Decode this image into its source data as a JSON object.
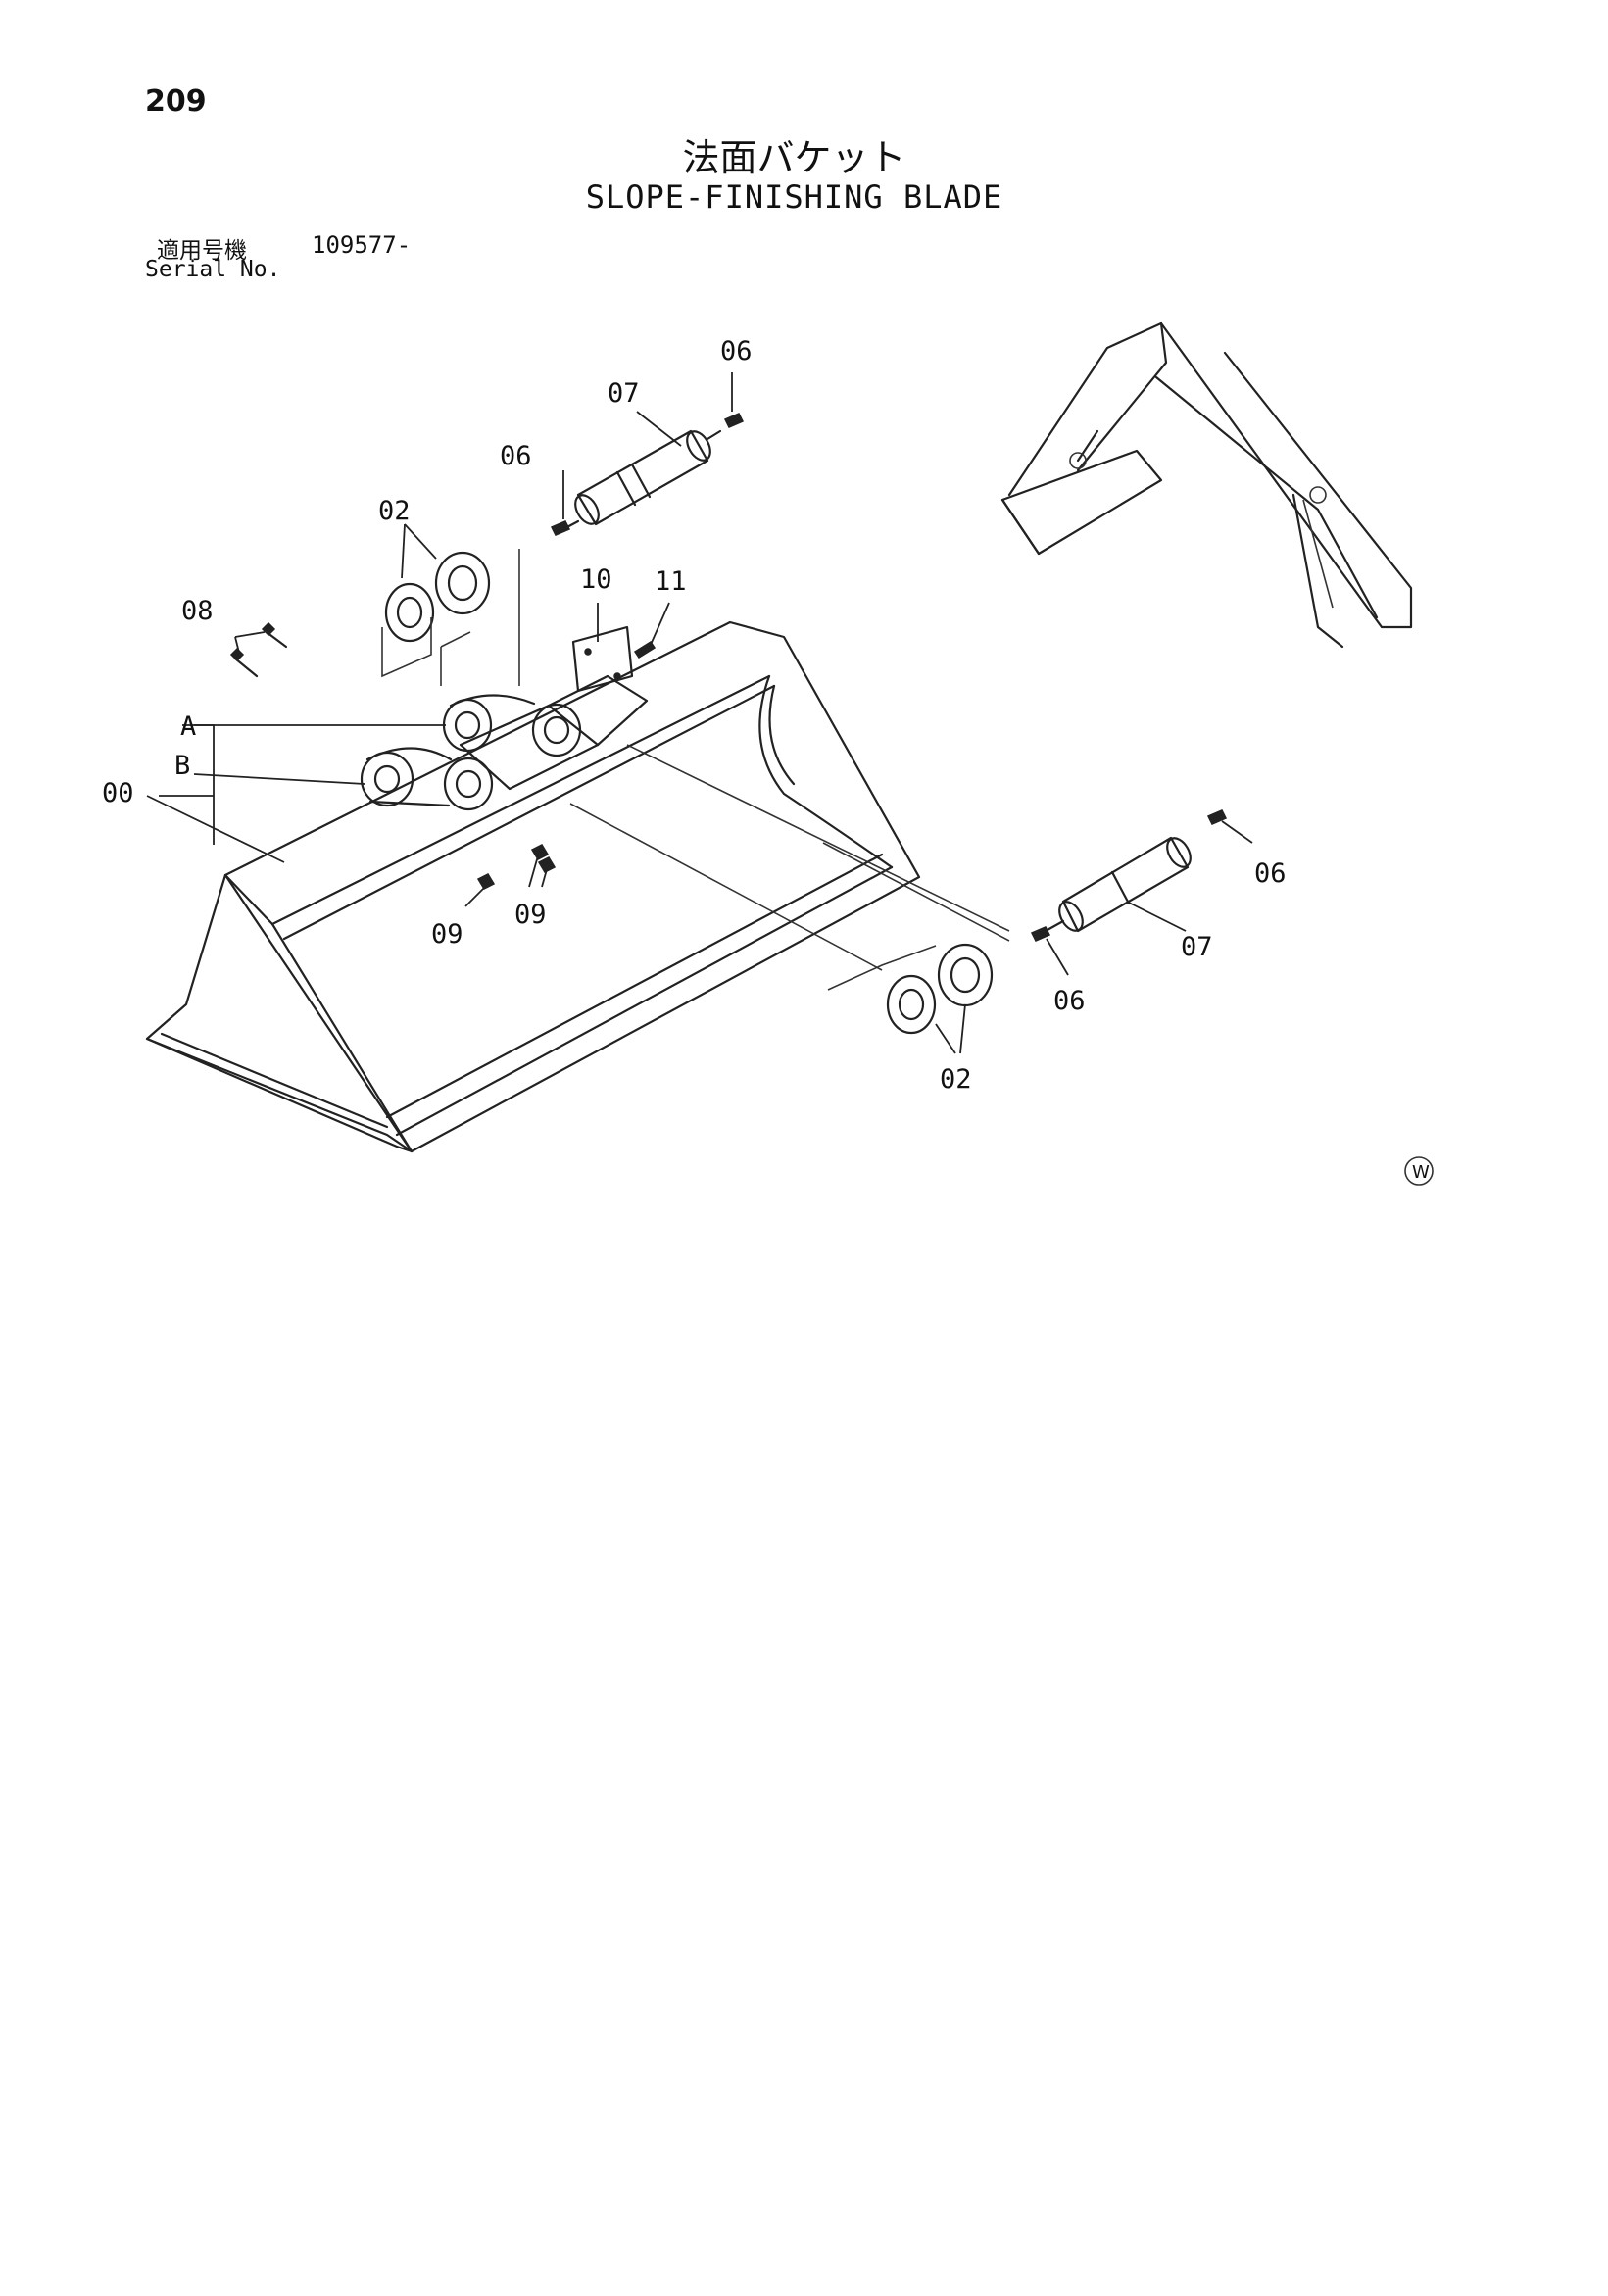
{
  "page": {
    "number": "209",
    "title_jp": "法面バケット",
    "title_en": "SLOPE-FINISHING BLADE",
    "serial_label_jp": "適用号機",
    "serial_value": "109577-",
    "serial_label_en": "Serial No."
  },
  "callouts": {
    "c00": "00",
    "cA": "A",
    "cB": "B",
    "c02_top": "02",
    "c02_bottom": "02",
    "c06_top_right": "06",
    "c06_top_left": "06",
    "c06_right_top": "06",
    "c06_right_bottom": "06",
    "c07_top": "07",
    "c07_right": "07",
    "c08": "08",
    "c09_left": "09",
    "c09_right": "09",
    "c10": "10",
    "c11": "11"
  },
  "watermark_symbol": "W"
}
